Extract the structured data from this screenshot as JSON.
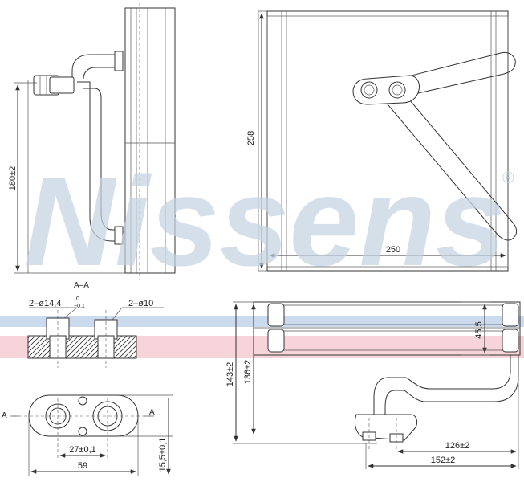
{
  "watermark": {
    "text": "Nissens",
    "registered_mark": "®",
    "colors": {
      "logo_blue": "#c5d3e2",
      "band_blue": "#c3d4ea",
      "band_pink": "#f4c5cd"
    }
  },
  "section_label": "A–A",
  "section_cut_marker": "A",
  "dimensions": {
    "side_height": "180±2",
    "front_height": "258",
    "front_width": "250",
    "port_big": "2–ø14,4",
    "port_big_tol_upper": "0",
    "port_big_tol_lower": "−0,1",
    "port_small": "2–ø10",
    "flange_pitch": "27±0,1",
    "flange_width": "59",
    "flange_thickness": "15,5±0,1",
    "depth_45": "45,5",
    "height_143": "143±2",
    "height_136": "136±2",
    "pipe_126": "126±2",
    "pipe_152": "152±2"
  }
}
